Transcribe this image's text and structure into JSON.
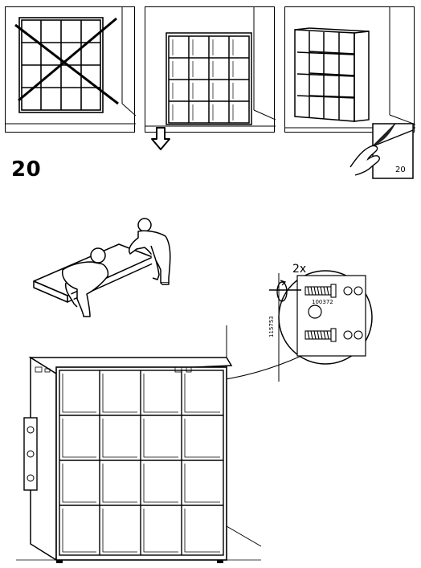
{
  "manual": {
    "step_number": "20",
    "page_ref": "20",
    "zoom_callout": {
      "quantity": "2x",
      "part_number": "100372",
      "part_code_side": "115753"
    }
  },
  "icons": {
    "no_placement": "crossed-out-shelf-icon",
    "arrow": "down-arrow-icon",
    "page_turn": "page-turn-icon"
  }
}
